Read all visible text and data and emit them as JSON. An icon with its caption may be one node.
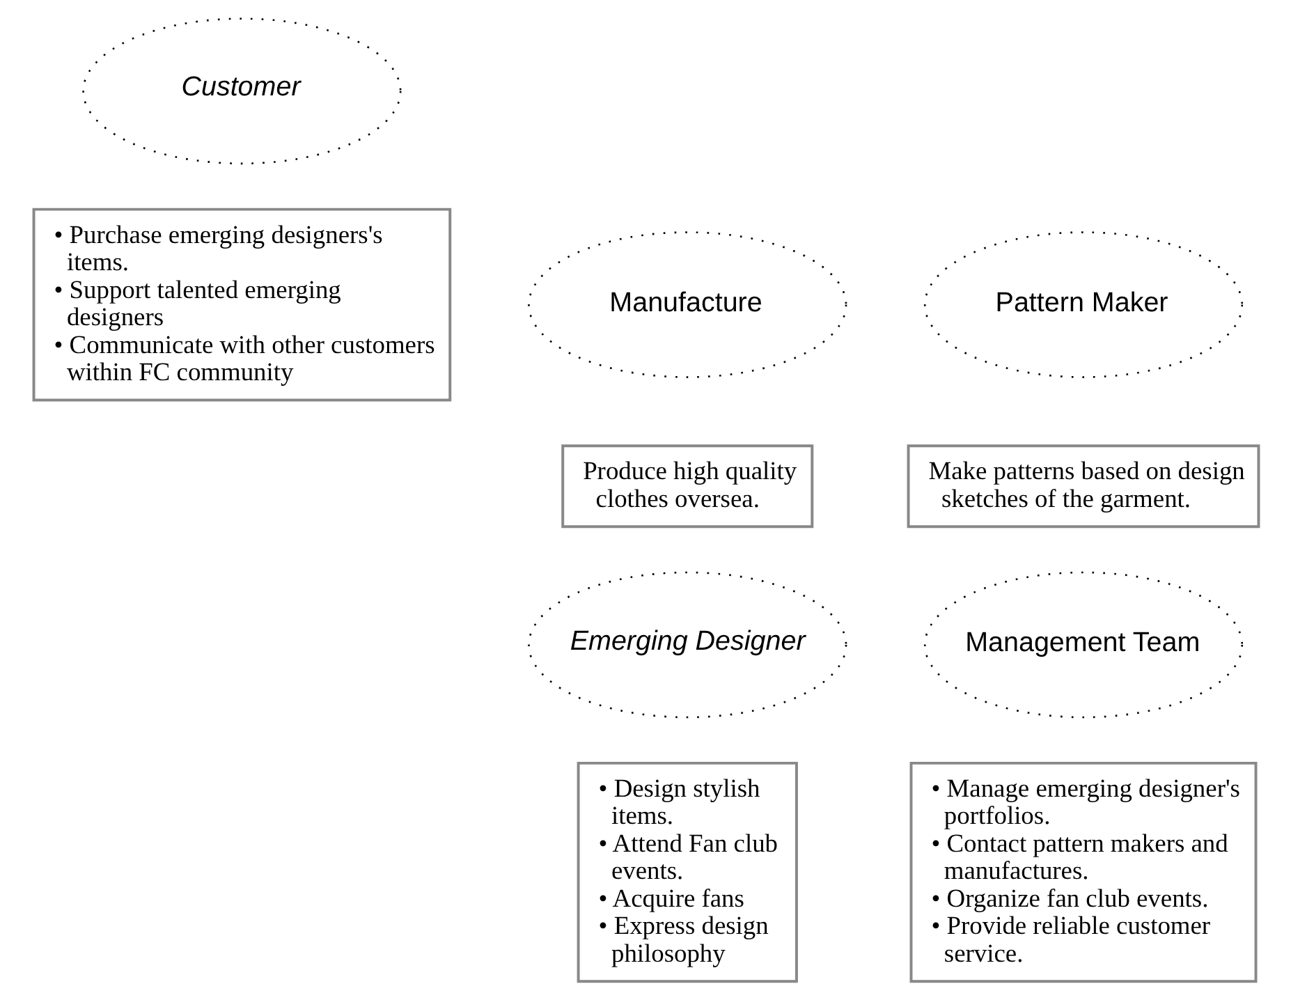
{
  "diagram": {
    "nodes": [
      {
        "text": [
          "Customer"
        ]
      },
      {
        "text": [
          "Manufacture"
        ]
      },
      {
        "text": [
          "• Purchase emerging designers's items.",
          "• Support talented emerging designers",
          "• Communicate with other customers within FC community"
        ]
      },
      {
        "text": [
          "Pattern Maker"
        ]
      },
      {
        "text": [
          "Produce high quality clothes oversea."
        ]
      },
      {
        "text": [
          "Make patterns based on design sketches of the garment."
        ]
      },
      {
        "text": [
          "Emerging Designer"
        ]
      },
      {
        "text": [
          "Management Team"
        ]
      },
      {
        "text": [
          "• Design stylish items.",
          "• Attend Fan club events.",
          "• Acquire fans",
          "• Express design philosophy"
        ]
      },
      {
        "text": [
          "• Manage emerging designer's portfolios.",
          "• Contact pattern makers and manufactures.",
          "• Organize fan club events.",
          "• Provide reliable customer service."
        ]
      }
    ],
    "edges": []
  }
}
